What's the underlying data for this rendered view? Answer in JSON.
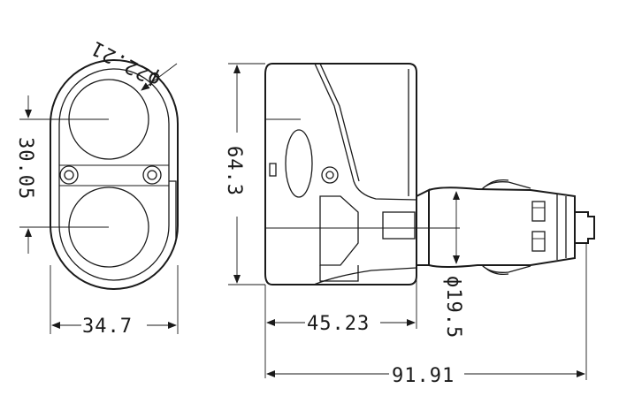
{
  "drawing": {
    "dimensions": {
      "outlet_diameter": "ϕ22.21",
      "outlet_spacing": "30.05",
      "front_width": "34.7",
      "body_height": "64.3",
      "body_length": "45.23",
      "plug_diameter": "ϕ19.5",
      "overall_length": "91.91"
    }
  }
}
